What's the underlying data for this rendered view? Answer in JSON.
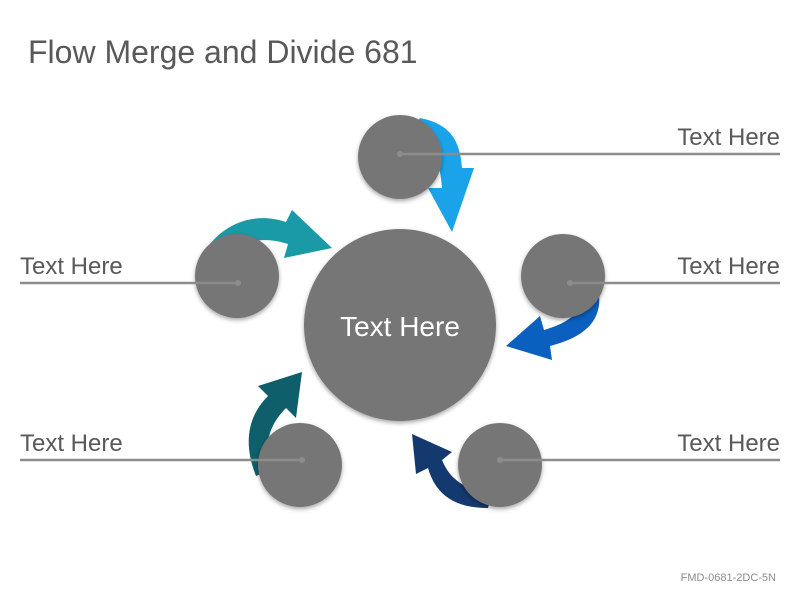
{
  "title": "Flow Merge and Divide 681",
  "center": {
    "label": "Text Here"
  },
  "nodes": [
    {
      "id": "top-right",
      "label": "Text Here"
    },
    {
      "id": "middle-left",
      "label": "Text Here"
    },
    {
      "id": "middle-right",
      "label": "Text Here"
    },
    {
      "id": "bottom-left",
      "label": "Text Here"
    },
    {
      "id": "bottom-right",
      "label": "Text Here"
    }
  ],
  "colors": {
    "circle": "#767676",
    "line": "#8c8c8c",
    "arrow_top": "#1aa3e8",
    "arrow_upper_left": "#1a9aa6",
    "arrow_right": "#0b5fbf",
    "arrow_lower_left": "#0e5f6b",
    "arrow_lower_right": "#14396e"
  },
  "footer_code": "FMD-0681-2DC-5N"
}
